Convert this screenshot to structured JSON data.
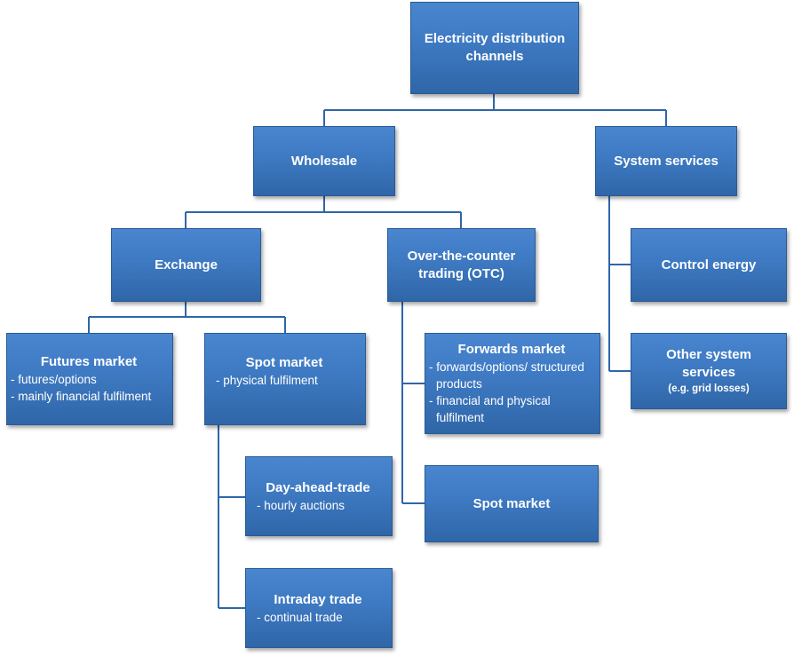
{
  "diagram": {
    "root": {
      "title": "Electricity distribution channels"
    },
    "wholesale": {
      "title": "Wholesale"
    },
    "system_services": {
      "title": "System services"
    },
    "exchange": {
      "title": "Exchange"
    },
    "otc": {
      "title": "Over-the-counter trading (OTC)"
    },
    "control_energy": {
      "title": "Control energy"
    },
    "other_services": {
      "title": "Other system services",
      "note": "(e.g. grid losses)"
    },
    "futures": {
      "title": "Futures market",
      "items": [
        "futures/options",
        "mainly financial fulfilment"
      ]
    },
    "spot_exchange": {
      "title": "Spot market",
      "items": [
        "physical fulfilment"
      ]
    },
    "forwards": {
      "title": "Forwards market",
      "items": [
        "forwards/options/ structured products",
        "financial and physical fulfilment"
      ]
    },
    "day_ahead": {
      "title": "Day-ahead-trade",
      "items": [
        "hourly auctions"
      ]
    },
    "intraday": {
      "title": "Intraday trade",
      "items": [
        "continual trade"
      ]
    },
    "spot_otc": {
      "title": "Spot market"
    }
  }
}
